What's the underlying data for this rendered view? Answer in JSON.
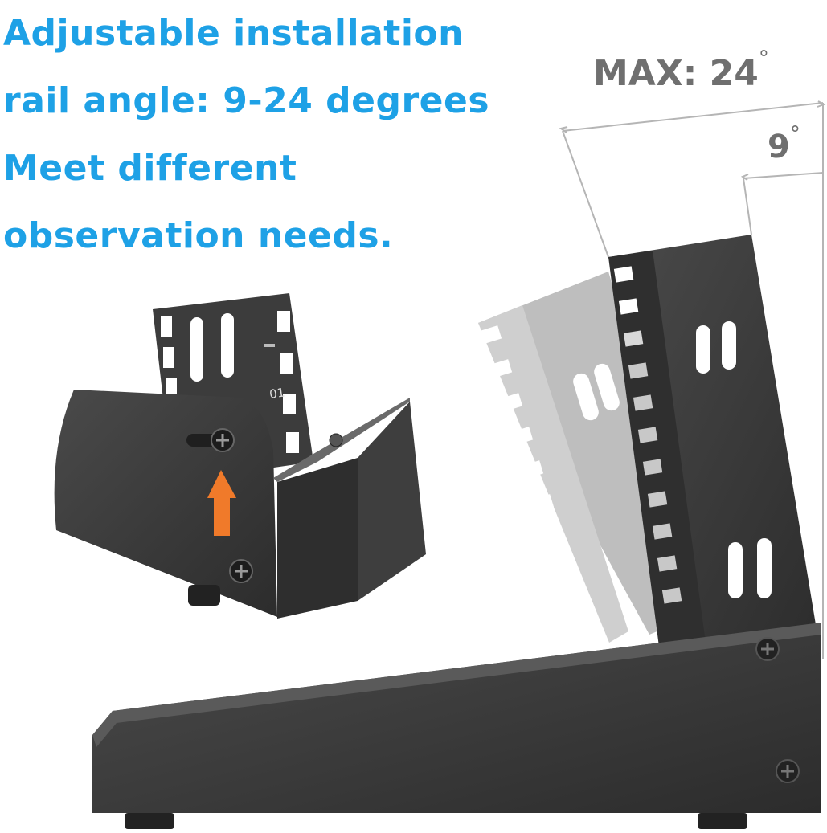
{
  "headline": {
    "line1": "Adjustable installation",
    "line2": "rail angle: 9-24 degrees",
    "line3": "Meet different",
    "line4": "observation needs."
  },
  "angles": {
    "max_prefix": "MAX: 24",
    "min_value": "9",
    "degree_symbol": "°"
  },
  "bracket_label": "01",
  "colors": {
    "headline": "#1ea1e6",
    "angle_text": "#6f6f6f",
    "metal": "#3a3a3a",
    "arrow": "#f07a2a"
  },
  "icons": [
    "up-arrow-icon",
    "screw-icon",
    "rack-rail-icon"
  ]
}
